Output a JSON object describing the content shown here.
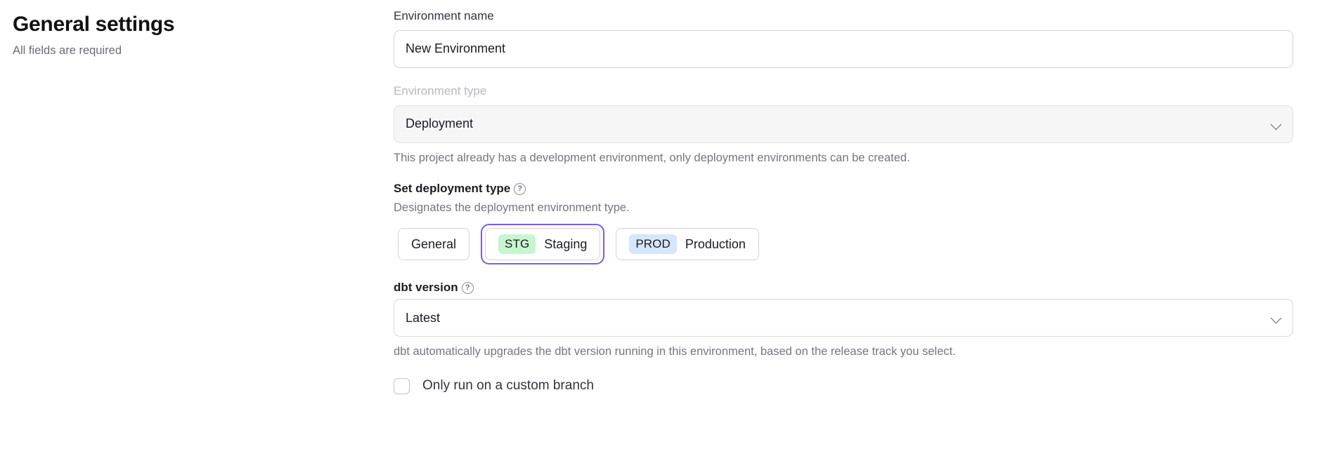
{
  "header": {
    "title": "General settings",
    "subtitle": "All fields are required"
  },
  "form": {
    "environment_name": {
      "label": "Environment name",
      "value": "New Environment",
      "placeholder": "New Environment"
    },
    "environment_type": {
      "label": "Environment type",
      "value": "Deployment",
      "disabled": true,
      "helper": "This project already has a development environment, only deployment environments can be created.",
      "chevron_icon": "chevron-down-icon"
    },
    "deployment_type": {
      "label": "Set deployment type",
      "help_icon": "help-circle-icon",
      "help_glyph": "?",
      "description": "Designates the deployment environment type.",
      "selected": "Staging",
      "options": [
        {
          "id": "general",
          "label": "General",
          "badge": "",
          "badge_color": ""
        },
        {
          "id": "staging",
          "label": "Staging",
          "badge": "STG",
          "badge_color": "#c7f5cf"
        },
        {
          "id": "production",
          "label": "Production",
          "badge": "PROD",
          "badge_color": "#d6e6fb"
        }
      ],
      "focus_ring_color": "#7c5cf0"
    },
    "dbt_version": {
      "label": "dbt version",
      "help_icon": "help-circle-icon",
      "help_glyph": "?",
      "value": "Latest",
      "helper": "dbt automatically upgrades the dbt version running in this environment, based on the release track you select.",
      "chevron_icon": "chevron-down-icon"
    },
    "custom_branch": {
      "label": "Only run on a custom branch",
      "checked": false
    }
  }
}
